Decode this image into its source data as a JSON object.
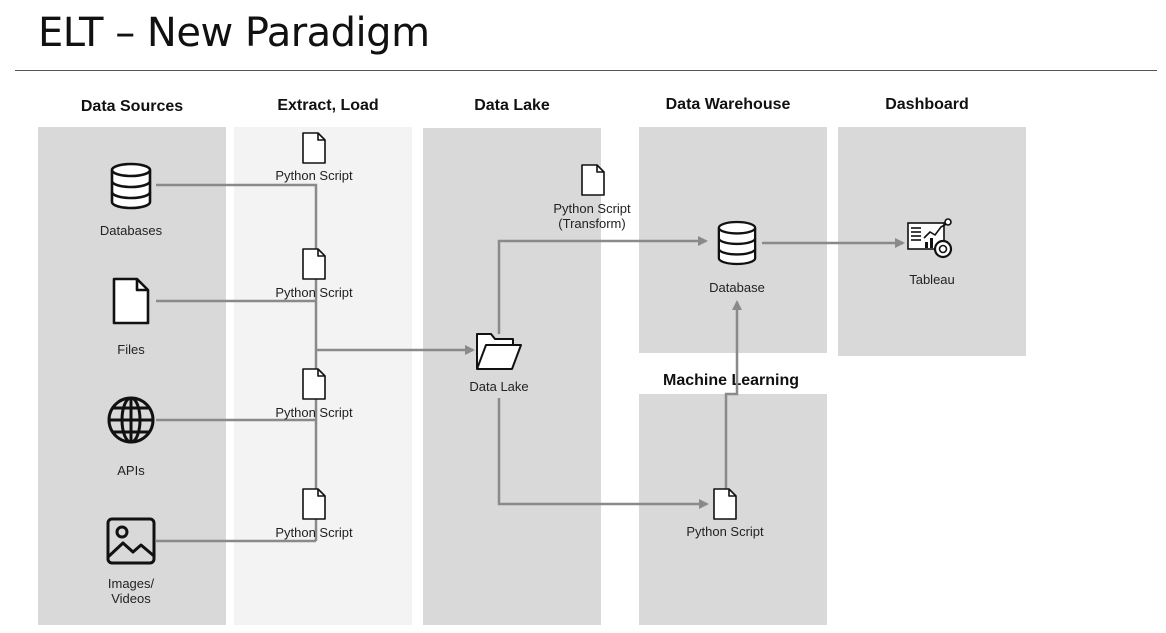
{
  "title": "ELT – New Paradigm",
  "columns": {
    "sources": "Data Sources",
    "extract": "Extract, Load",
    "lake": "Data Lake",
    "warehouse": "Data Warehouse",
    "dashboard": "Dashboard",
    "ml": "Machine Learning"
  },
  "nodes": {
    "databases": "Databases",
    "files": "Files",
    "apis": "APIs",
    "images": "Images/\nVideos",
    "script1": "Python Script",
    "script2": "Python Script",
    "script3": "Python Script",
    "script4": "Python Script",
    "transform_script": "Python Script\n(Transform)",
    "data_lake": "Data Lake",
    "database": "Database",
    "tableau": "Tableau",
    "ml_script": "Python Script"
  },
  "colors": {
    "panel": "#d9d9d9",
    "panel_light": "#f3f3f3",
    "connector": "#8a8a8a"
  }
}
